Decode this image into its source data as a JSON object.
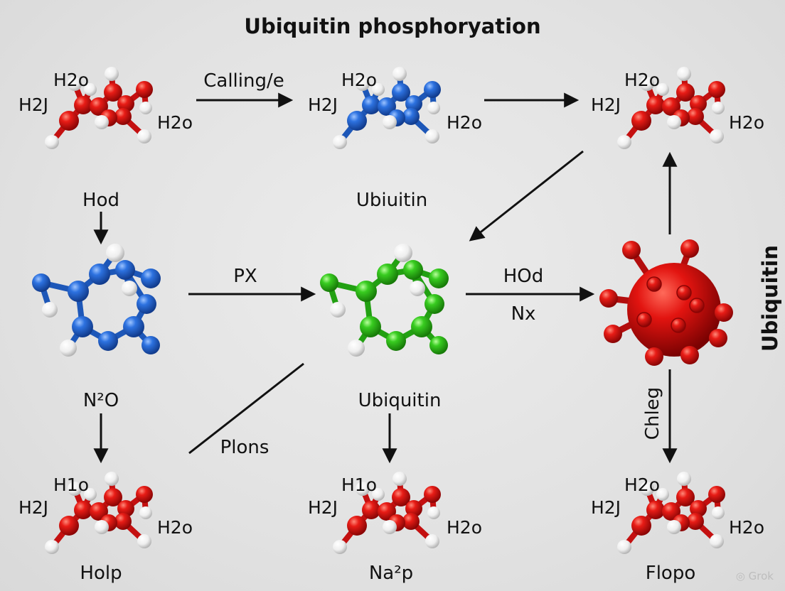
{
  "title": "Ubiquitin phosphoryation",
  "side_title": "Ubiquitin",
  "colors": {
    "red": "#e01818",
    "blue": "#2a6fdc",
    "green": "#35c81e",
    "white": "#f4f4f4",
    "arrow": "#111111"
  },
  "top_row": {
    "left": {
      "label_h2o_top": "H2o",
      "label_h2j": "H2J",
      "label_h2o_right": "H2o"
    },
    "middle": {
      "label_h2o_top": "H2o",
      "label_h2j": "H2J",
      "label_h2o_right": "H2o"
    },
    "right": {
      "label_h2o_top": "H2o",
      "label_h2j": "H2J",
      "label_h2o_right": "H2o"
    }
  },
  "bottom_row": {
    "left": {
      "label_h2o_top": "H1o",
      "label_h2j": "H2J",
      "label_h2o_right": "H2o",
      "caption": "Holp"
    },
    "middle": {
      "label_h2o_top": "H1o",
      "label_h2j": "H2J",
      "label_h2o_right": "H2o",
      "caption": "Na²p"
    },
    "right": {
      "label_h2o_top": "H2o",
      "label_h2j": "H2J",
      "label_h2o_right": "H2o",
      "caption": "Flopo"
    }
  },
  "arrow_labels": {
    "top_left_to_middle": "Calling/e",
    "hod": "Hod",
    "ubiuitin": "Ubiuitin",
    "px": "PX",
    "hod_right": "HOd",
    "nx": "Nx",
    "n2o": "N²O",
    "plons": "Plons",
    "ubiquitin_mid": "Ubiquitin",
    "chleg": "Chleg"
  },
  "watermark": "Grok"
}
